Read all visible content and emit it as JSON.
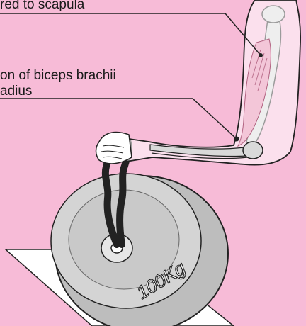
{
  "labels": {
    "top": "red to scapula",
    "mid_line1": "on of biceps brachii",
    "mid_line2": "adius"
  },
  "plate_text": "100Kg",
  "colors": {
    "background": "#f7bbd7",
    "skin": "#ffffff",
    "muscle": "#f3c6d8",
    "bone": "#d9d9d9",
    "plate": "#cfcfcf",
    "plate_dark": "#8f8f8f",
    "strap": "#222222"
  }
}
